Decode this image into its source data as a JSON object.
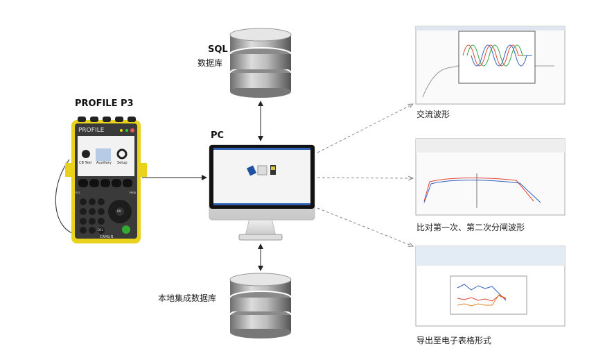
{
  "device": {
    "title": "PROFILE P3",
    "brand": "PROFILE",
    "menu": [
      "CB Test",
      "Auxiliary",
      "Setup"
    ],
    "keys": {
      "esc": "Esc",
      "help": "Help",
      "ok": "OK",
      "del": "DEL"
    },
    "maker": "CAMLIN"
  },
  "sql_db": {
    "title": "SQL",
    "subtitle": "数据库"
  },
  "pc": {
    "title": "PC"
  },
  "local_db": {
    "title": "本地集成数据库"
  },
  "outputs": [
    {
      "caption": "交流波形"
    },
    {
      "caption": "比对第一次、第二次分闸波形"
    },
    {
      "caption": "导出至电子表格形式"
    }
  ],
  "colors": {
    "device_yellow": "#e8d21c",
    "device_body": "#3a3a3a",
    "wave_red": "#e04030",
    "wave_green": "#30a040",
    "wave_blue": "#3060c0",
    "wave_orange": "#e08020"
  }
}
